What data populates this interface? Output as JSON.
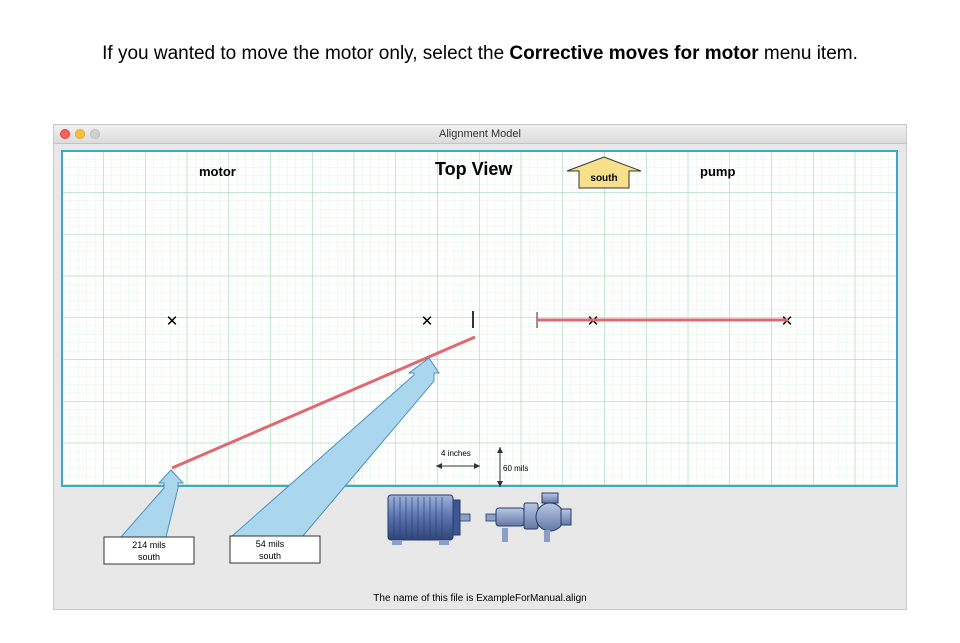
{
  "instruction": {
    "prefix": "If you wanted to move the motor only, select the ",
    "bold": "Corrective moves for motor",
    "suffix": " menu item."
  },
  "window": {
    "title": "Alignment Model",
    "status_text": "The name of this file is ExampleForManual.align"
  },
  "canvas": {
    "motor_label": "motor",
    "view_title": "Top View",
    "direction_label": "south",
    "pump_label": "pump",
    "scale_horizontal": "4 inches",
    "scale_vertical": "60 mils"
  },
  "callouts": [
    {
      "mils": "214 mils",
      "direction": "south"
    },
    {
      "mils": "54 mils",
      "direction": "south"
    }
  ],
  "colors": {
    "grid_major": "#8fd0a8",
    "grid_minor": "#c9ead3",
    "frame": "#3fa7c8",
    "shaft_line": "#e06870",
    "arrow_fill": "#aad6ee",
    "south_arrow_fill": "#f8e08a"
  },
  "icons": [
    "close-icon",
    "minimize-icon",
    "maximize-icon",
    "x-mark-icon",
    "motor-image",
    "pump-image"
  ]
}
